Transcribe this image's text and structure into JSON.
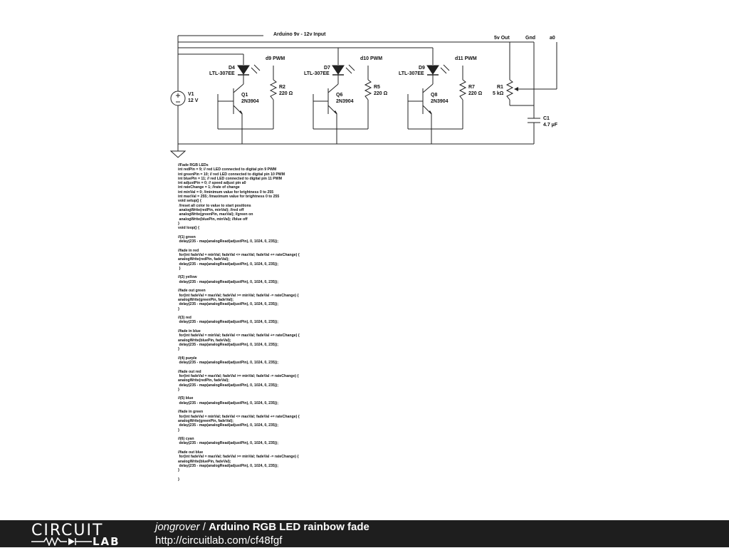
{
  "schematic": {
    "input_label": "Arduino 9v - 12v Input",
    "source": {
      "name": "V1",
      "value": "12 V"
    },
    "stages": [
      {
        "led_name": "D4",
        "led_part": "LTL-307EE",
        "pwm": "d9 PWM",
        "res_name": "R2",
        "res_value": "220 Ω",
        "q_name": "Q1",
        "q_part": "2N3904"
      },
      {
        "led_name": "D7",
        "led_part": "LTL-307EE",
        "pwm": "d10 PWM",
        "res_name": "R5",
        "res_value": "220 Ω",
        "q_name": "Q6",
        "q_part": "2N3904"
      },
      {
        "led_name": "D9",
        "led_part": "LTL-307EE",
        "pwm": "d11 PWM",
        "res_name": "R7",
        "res_value": "220 Ω",
        "q_name": "Q8",
        "q_part": "2N3904"
      }
    ],
    "pot": {
      "name": "R1",
      "value": "5 kΩ"
    },
    "cap": {
      "name": "C1",
      "value": "4.7 µF"
    },
    "header_pins": [
      "5v Out",
      "Gnd",
      "a0"
    ]
  },
  "code_lines": [
    "//Fade RGB LEDs",
    "int redPin = 9; // red LED connected to digital pin 9 PWM",
    "int greenPin = 10; // red LED connected to digital pin 10 PWM",
    "int bluePin = 11; // red LED connected to digital pin 11 PWM",
    "int adjustPin = 0; // speed adjust pin a0",
    "int rateChange = 1; //rate of change",
    "int minVal = 0; //minimum value for brightness 0 to 255",
    "int maxVal = 255; //maximum value for brightness 0 to 255",
    "void setup() {",
    " //reset all color to value to start positions",
    " analogWrite(redPin, minVal); //red off",
    " analogWrite(greenPin, maxVal); //green on",
    " analogWrite(bluePin, minVal); //blue off",
    "}",
    "void loop() {",
    "",
    "//(1) green",
    " delay(235 - map(analogRead(adjustPin), 0, 1024, 0, 235));",
    "",
    "//fade in red",
    " for(int fadeVal = minVal; fadeVal <= maxVal; fadeVal += rateChange) {",
    "analogWrite(redPin, fadeVal);",
    " delay(235 - map(analogRead(adjustPin), 0, 1024, 0, 235));",
    " }",
    "",
    "//(2) yellow",
    " delay(235 - map(analogRead(adjustPin), 0, 1024, 0, 235));",
    "",
    "//fade out green",
    " for(int fadeVal = maxVal; fadeVal >= minVal; fadeVal -= rateChange) {",
    "analogWrite(greenPin, fadeVal);",
    " delay(235 - map(analogRead(adjustPin), 0, 1024, 0, 235));",
    "}",
    "",
    "//(3) red",
    " delay(235 - map(analogRead(adjustPin), 0, 1024, 0, 235));",
    "",
    "//fade in blue",
    " for(int fadeVal = minVal; fadeVal <= maxVal; fadeVal += rateChange) {",
    "analogWrite(bluePin, fadeVal);",
    " delay(235 - map(analogRead(adjustPin), 0, 1024, 0, 235));",
    "}",
    "",
    "//(4) purple",
    " delay(235 - map(analogRead(adjustPin), 0, 1024, 0, 235));",
    "",
    "//fade out red",
    " for(int fadeVal = maxVal; fadeVal >= minVal; fadeVal -= rateChange) {",
    "analogWrite(redPin, fadeVal);",
    " delay(235 - map(analogRead(adjustPin), 0, 1024, 0, 235));",
    "}",
    "",
    "//(5) blue",
    " delay(235 - map(analogRead(adjustPin), 0, 1024, 0, 235));",
    "",
    "//fade in green",
    " for(int fadeVal = minVal; fadeVal <= maxVal; fadeVal += rateChange) {",
    "analogWrite(greenPin, fadeVal);",
    " delay(235 - map(analogRead(adjustPin), 0, 1024, 0, 235));",
    "}",
    "",
    "//(6) cyan",
    " delay(235 - map(analogRead(adjustPin), 0, 1024, 0, 235));",
    "",
    "//fade out blue",
    " for(int fadeVal = maxVal; fadeVal >= minVal; fadeVal -= rateChange) {",
    "analogWrite(bluePin, fadeVal);",
    " delay(235 - map(analogRead(adjustPin), 0, 1024, 0, 235));",
    "}",
    "",
    "}"
  ],
  "footer": {
    "author": "jongrover",
    "separator": " / ",
    "title": "Arduino RGB LED rainbow fade",
    "url": "http://circuitlab.com/cf48fgf",
    "logo_top": "CIRCUIT",
    "logo_bottom": "LAB"
  }
}
